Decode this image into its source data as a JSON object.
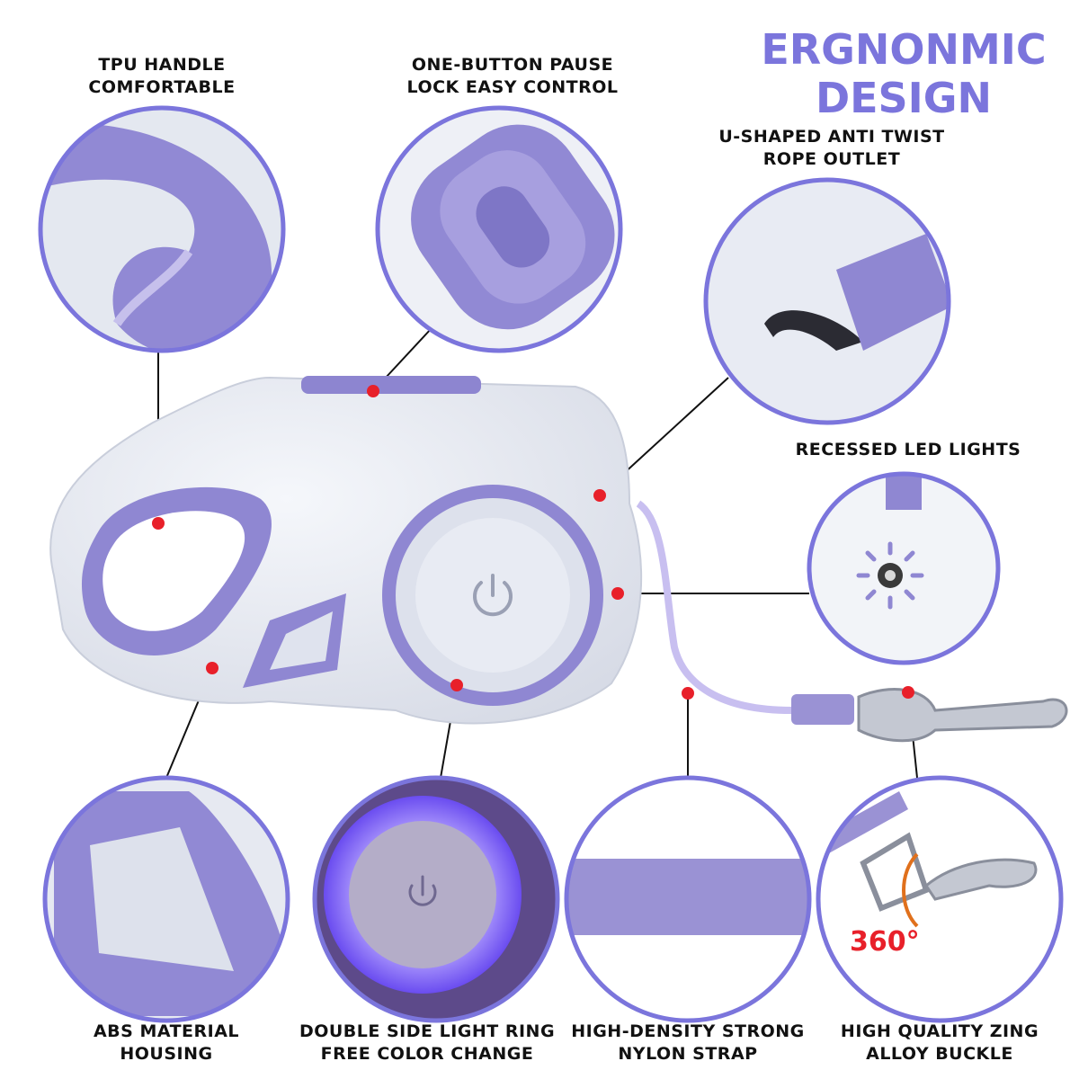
{
  "title": {
    "line1": "ERGNONMIC",
    "line2": "DESIGN"
  },
  "callouts": {
    "tpu_handle": {
      "line1": "TPU HANDLE",
      "line2": "COMFORTABLE"
    },
    "pause_button": {
      "line1": "ONE-BUTTON PAUSE",
      "line2": "LOCK EASY CONTROL"
    },
    "rope_outlet": {
      "line1": "U-SHAPED ANTI TWIST",
      "line2": "ROPE OUTLET"
    },
    "led_lights": {
      "line1": "RECESSED LED LIGHTS"
    },
    "abs_housing": {
      "line1": "ABS MATERIAL",
      "line2": "HOUSING"
    },
    "light_ring": {
      "line1": "DOUBLE SIDE LIGHT RING",
      "line2": "FREE COLOR CHANGE"
    },
    "nylon_strap": {
      "line1": "HIGH-DENSITY STRONG",
      "line2": "NYLON STRAP"
    },
    "alloy_buckle": {
      "line1": "HIGH QUALITY ZING",
      "line2": "ALLOY BUCKLE"
    }
  },
  "rotation_badge": "360°",
  "colors": {
    "accent": "#7b75dc",
    "lavender": "#9a92d4",
    "body": "#e9ecf4",
    "marker": "#e8202a"
  }
}
